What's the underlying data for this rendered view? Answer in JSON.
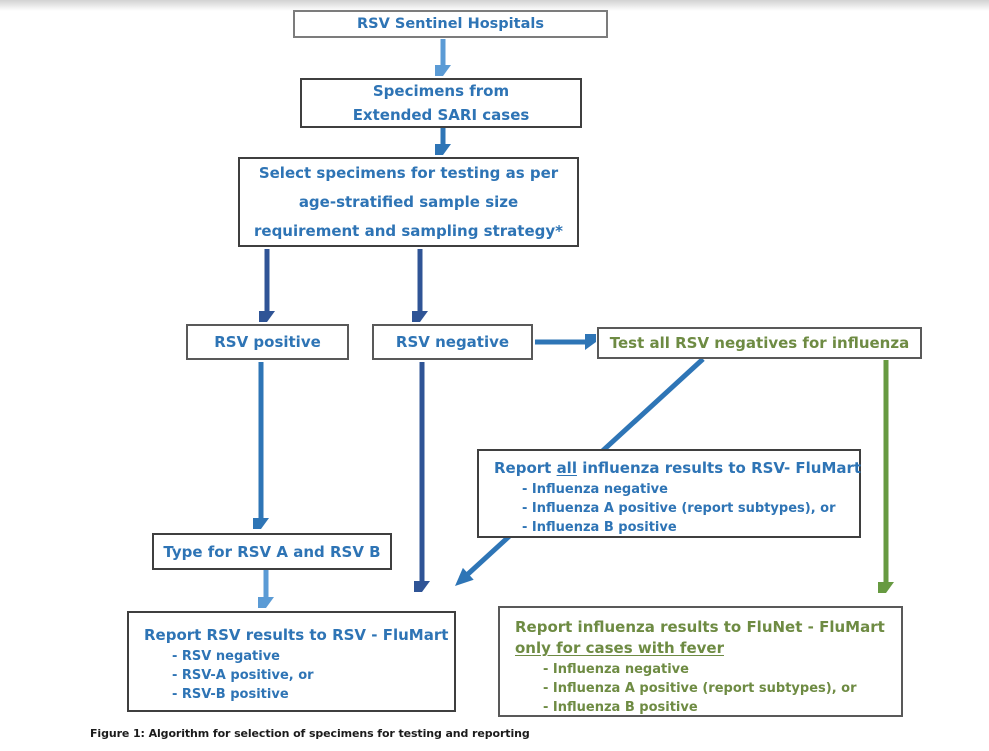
{
  "figure": {
    "caption": "Figure 1: Algorithm for selection of specimens for testing and reporting"
  },
  "colors": {
    "blue_text": "#2E74B5",
    "green_text": "#6E8B43",
    "arrow_light_blue": "#5B9BD5",
    "arrow_medium_blue": "#2E75B6",
    "arrow_navy": "#2F5496",
    "arrow_green": "#679A41"
  },
  "nodes": {
    "sentinel": {
      "label": "RSV Sentinel Hospitals"
    },
    "specimens": {
      "line1": "Specimens from",
      "line2": "Extended SARI cases"
    },
    "select": {
      "line1": "Select specimens for testing as per",
      "line2": "age-stratified sample size",
      "line3": "requirement and sampling strategy*"
    },
    "rsv_positive": {
      "label": "RSV positive"
    },
    "rsv_negative": {
      "label": "RSV negative"
    },
    "test_negatives": {
      "label": "Test all RSV negatives for influenza"
    },
    "report_flumart": {
      "title_prefix": "Report ",
      "title_underlined": "all",
      "title_suffix": " influenza results to RSV- FluMart",
      "bullets": [
        "- Influenza negative",
        "- Influenza A positive (report subtypes), or",
        "- Influenza B positive"
      ]
    },
    "type_rsv": {
      "label": "Type for RSV A and RSV B"
    },
    "report_rsv": {
      "title": "Report RSV results to RSV - FluMart",
      "bullets": [
        "- RSV negative",
        "- RSV-A positive, or",
        "- RSV-B positive"
      ]
    },
    "report_flunet": {
      "title_line1": "Report influenza results to FluNet - FluMart",
      "title_line2": "only for cases with fever",
      "bullets": [
        "- Influenza negative",
        "- Influenza A positive (report subtypes), or",
        "- Influenza B positive"
      ]
    }
  }
}
